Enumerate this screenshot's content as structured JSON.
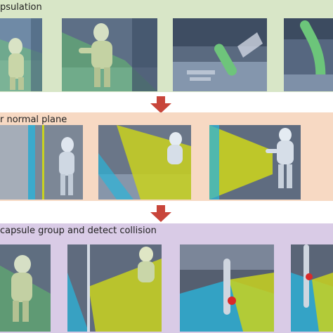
{
  "stages": [
    {
      "title": "psulation"
    },
    {
      "title": "r normal plane"
    },
    {
      "title": "capsule group and detect collision"
    }
  ],
  "colors": {
    "stage1_bg": "#d8e6c7",
    "stage2_bg": "#f7d9c3",
    "stage3_bg": "#d9cbe6",
    "arrow": "#c8453a",
    "plane_yellow": "#c9d21f",
    "plane_cyan": "#2bb3d9",
    "capsule_green": "#5ec06a"
  }
}
